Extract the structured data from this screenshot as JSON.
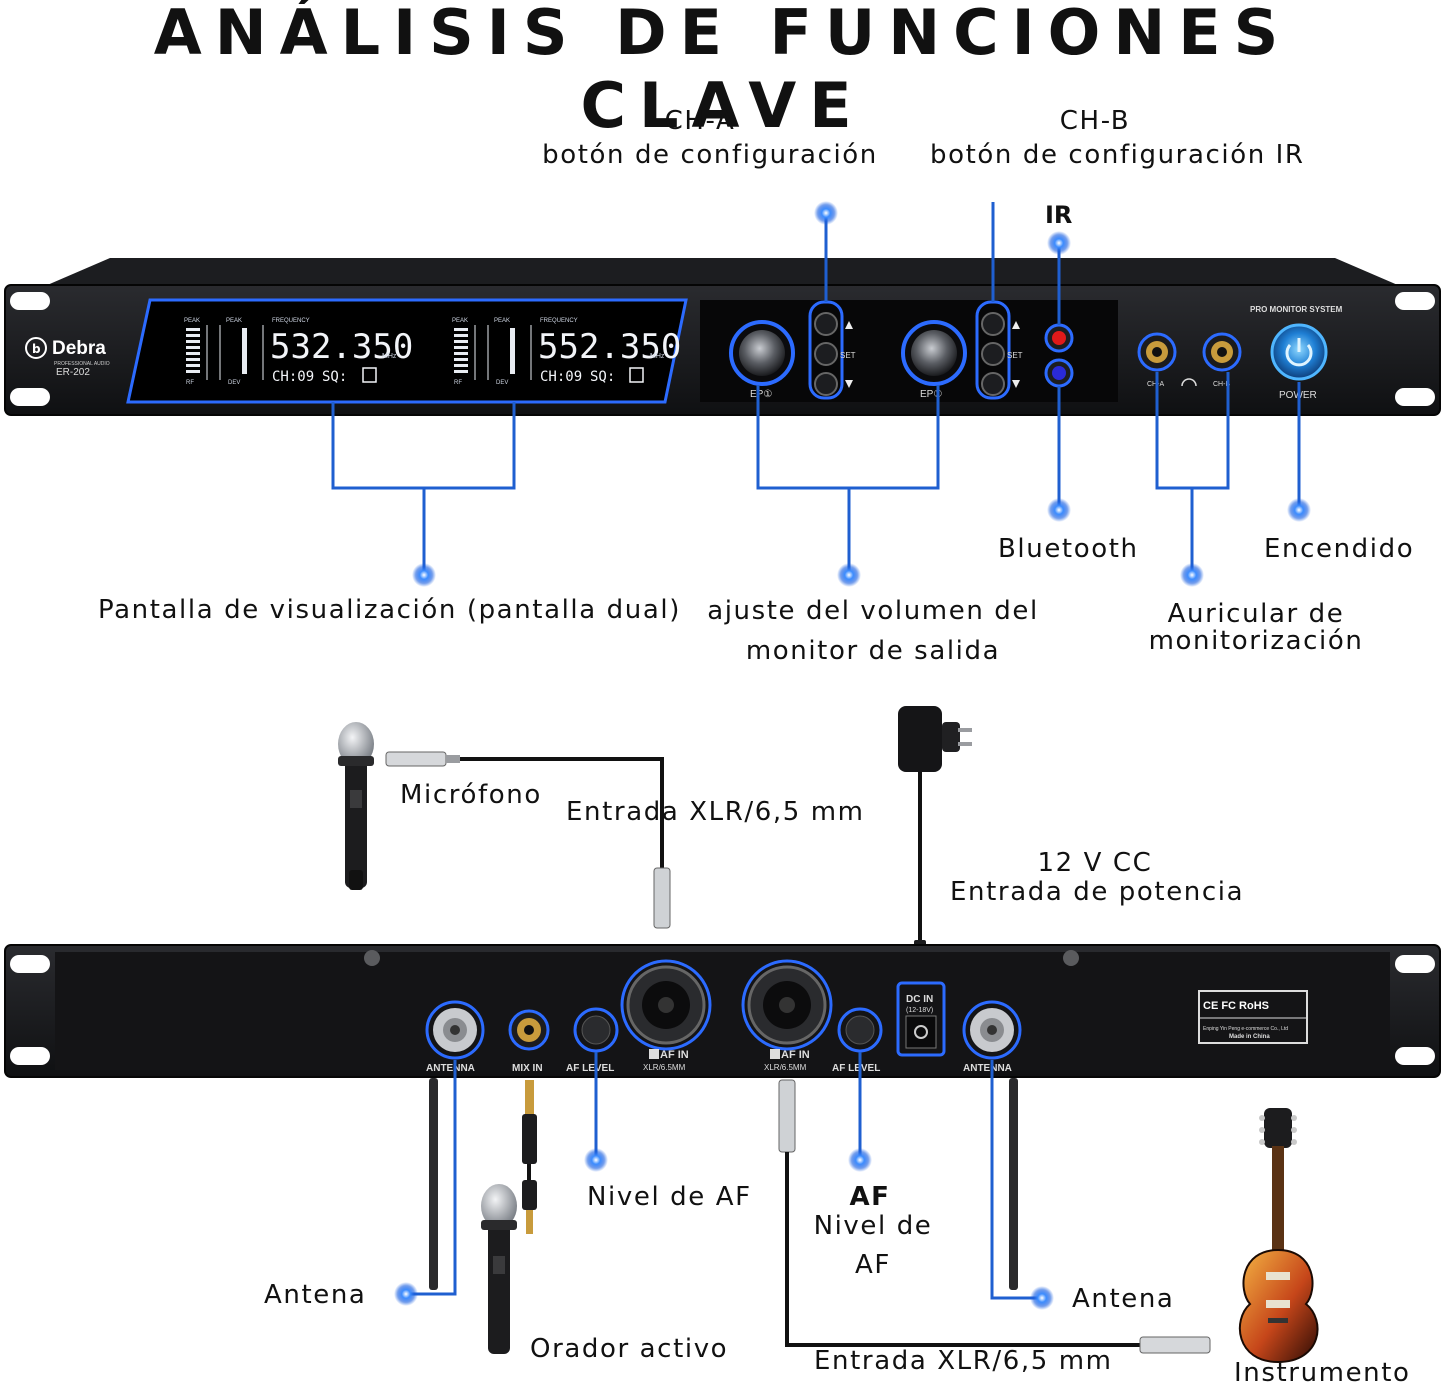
{
  "title": "ANÁLISIS DE FUNCIONES CLAVE",
  "front_panel": {
    "brand": "Debra",
    "brand_sub": "PROFESSIONAL AUDIO",
    "model": "ER-202",
    "system_label": "PRO MONITOR SYSTEM",
    "display_a": {
      "frequency": "532.350",
      "unit": "MHz",
      "channel": "CH:09",
      "sq": "SQ:",
      "header": "FREQUENCY",
      "meter_labels": [
        "PEAK",
        "PEAK",
        "RF",
        "DEV"
      ]
    },
    "display_b": {
      "frequency": "552.350",
      "unit": "MHz",
      "channel": "CH:09",
      "sq": "SQ:",
      "header": "FREQUENCY",
      "meter_labels": [
        "PEAK",
        "PEAK",
        "RF",
        "DEV"
      ]
    },
    "knob_a_label": "EP①",
    "knob_b_label": "EP②",
    "set_label": "SET",
    "cha_label": "CH-A",
    "chb_label": "CH-B",
    "power_label": "POWER"
  },
  "rear_panel": {
    "antenna_label": "ANTENNA",
    "mixin_label": "MIX IN",
    "af_level_label": "AF LEVEL",
    "af_in_label": "AF IN",
    "af_in_sub": "XLR/6.5MM",
    "dcin_label": "DC IN",
    "dcin_sub": "(12-18V)",
    "cert_label": "CE FC RoHS",
    "maker_label": "Enping Yin Peng e-commerce Co., Ltd",
    "made_in": "Made in China"
  },
  "callouts_top": {
    "cha_title": "CH-A",
    "cha_desc": "botón de configuración",
    "chb_title": "CH-B",
    "chb_desc": "botón de configuración IR",
    "ir": "IR",
    "display": "Pantalla de visualización (pantalla dual)",
    "volume_line1": "ajuste del volumen del",
    "volume_line2": "monitor de salida",
    "bluetooth": "Bluetooth",
    "headphone_line1": "Auricular de",
    "headphone_line2": "monitorización",
    "power": "Encendido"
  },
  "callouts_bottom": {
    "microphone": "Micrófono",
    "xlr_input_top": "Entrada XLR/6,5 mm",
    "power_line1": "12 V CC",
    "power_line2": "Entrada de potencia",
    "af_level_left": "Nivel de AF",
    "af_level_right_bold": "AF",
    "af_level_right_line1": "Nivel de",
    "af_level_right_line2": "AF",
    "antenna_left": "Antena",
    "antenna_right": "Antena",
    "active_speaker": "Orador activo",
    "xlr_input_bottom": "Entrada XLR/6,5 mm",
    "instrument": "Instrumento"
  },
  "colors": {
    "accent_blue": "#1f5fd0",
    "glow_blue": "#2a8cff",
    "panel_dark": "#1a1a1c",
    "panel_face": "#0c0c0e",
    "text": "#111111",
    "led_red": "#e01a1a",
    "led_blue": "#2a2ad8"
  }
}
